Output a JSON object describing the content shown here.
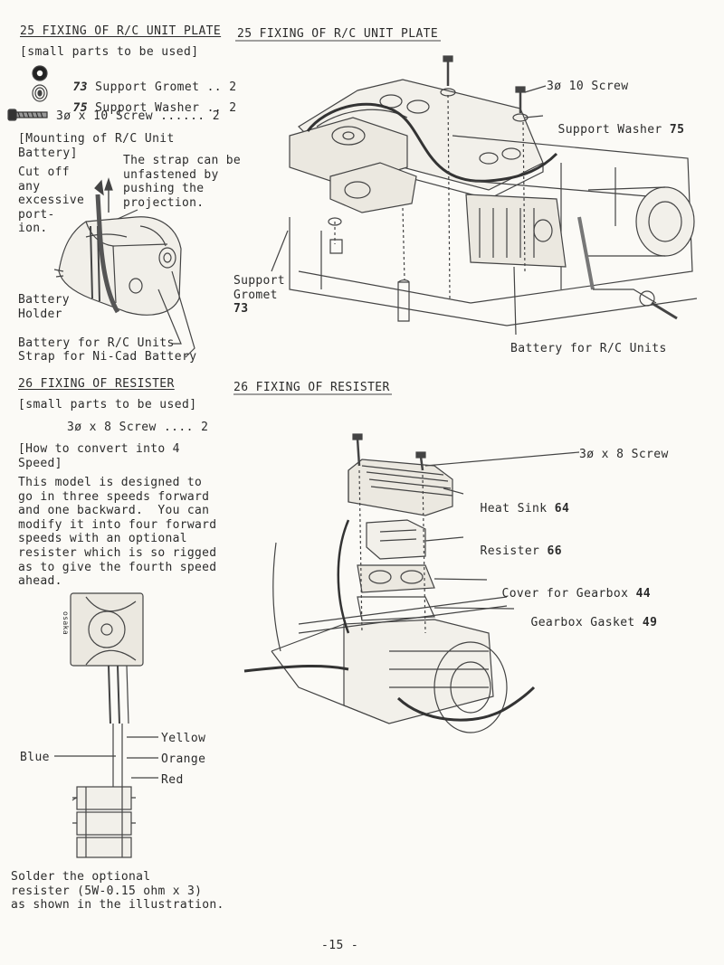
{
  "s25": {
    "heading": "25 FIXING OF R/C UNIT PLATE",
    "small_parts": "[small parts to be used]",
    "parts": [
      {
        "num": "73",
        "text": "Support Gromet .. 2"
      },
      {
        "num": "75",
        "text": "Support Washer .. 2"
      },
      {
        "text": "3ø x 10 Screw ...... 2"
      }
    ],
    "mounting_title_1": "[Mounting of R/C Unit",
    "mounting_title_2": "Battery]",
    "cutoff": "Cut off\nany\nexcessive\nport-\nion.",
    "strap_note": "The strap can be\nunfastened by\npushing the\nprojection.",
    "battery_holder": "Battery\nHolder",
    "battery_units": "Battery for R/C Units",
    "strap_nicad": "Strap for Ni-Cad Battery",
    "fig_heading": "25 FIXING OF R/C UNIT PLATE",
    "fig_screw": "3ø 10 Screw",
    "fig_washer": "Support Washer",
    "fig_washer_num": "75",
    "fig_gromet": "Support\nGromet",
    "fig_gromet_num": "73",
    "fig_battery": "Battery for R/C Units"
  },
  "s26": {
    "heading": "26 FIXING OF RESISTER",
    "small_parts": "[small parts to be used]",
    "part": "3ø x 8 Screw .... 2",
    "convert_title": "[How to convert into 4\nSpeed]",
    "body": "This model is designed to\ngo in three speeds forward\nand one backward.  You can\nmodify it into four forward\nspeeds with an optional\nresister which is so rigged\nas to give the fourth speed\nahead.",
    "wire_yellow": "Yellow",
    "wire_orange": "Orange",
    "wire_red": "Red",
    "wire_blue": "Blue",
    "solder_note": "Solder the optional\nresister (5W-0.15 ohm x 3)\nas shown in the illustration.",
    "fig_heading": "26 FIXING OF RESISTER",
    "fig_screw": "3ø x 8 Screw",
    "fig_heatsink": "Heat Sink",
    "fig_heatsink_num": "64",
    "fig_resister": "Resister",
    "fig_resister_num": "66",
    "fig_cover": "Cover for Gearbox",
    "fig_cover_num": "44",
    "fig_gasket": "Gearbox Gasket",
    "fig_gasket_num": "49",
    "chip_text": "osaka"
  },
  "page_number": "-15 -",
  "colors": {
    "ink": "#2b2b2b",
    "paper": "#fbfaf6",
    "line": "#555555"
  }
}
